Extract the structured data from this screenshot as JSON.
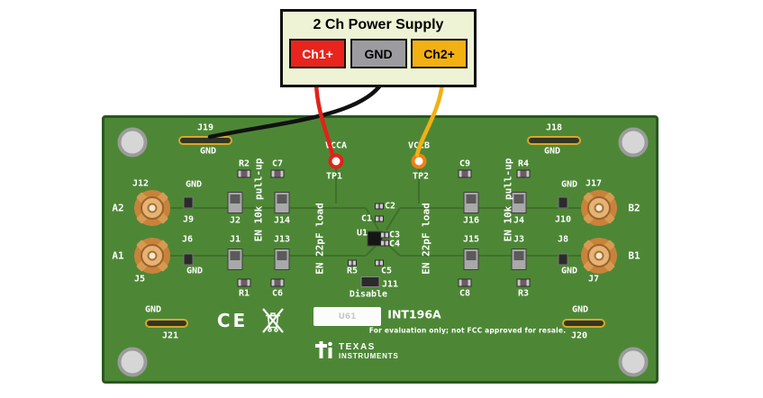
{
  "power_supply": {
    "title": "2 Ch Power Supply",
    "terminals": [
      {
        "label": "Ch1+",
        "color": "#e8241c",
        "text_color": "#ffffff"
      },
      {
        "label": "GND",
        "color": "#9c9ca0",
        "text_color": "#000000"
      },
      {
        "label": "Ch2+",
        "color": "#f3b011",
        "text_color": "#000000"
      }
    ]
  },
  "wires": [
    {
      "name": "gnd-wire",
      "from": "GND",
      "to": "J19 GND",
      "color": "#111111"
    },
    {
      "name": "ch1-wire",
      "from": "Ch1+",
      "to": "TP1 VCCA",
      "color": "#e32119"
    },
    {
      "name": "ch2-wire",
      "from": "Ch2+",
      "to": "TP2 VCCB",
      "color": "#f3b011"
    }
  ],
  "board": {
    "colors": {
      "substrate": "#4d8736",
      "edge": "#2b5720",
      "silkscreen": "#ffffff"
    },
    "silk": {
      "j19": "J19",
      "gnd_j19": "GND",
      "j18": "J18",
      "gnd_j18": "GND",
      "vcca": "VCCA",
      "tp1": "TP1",
      "vccb": "VCCB",
      "tp2": "TP2",
      "j12": "J12",
      "gnd_j12": "GND",
      "a2": "A2",
      "j9": "J9",
      "j6": "J6",
      "a1": "A1",
      "gnd_j5": "GND",
      "j5": "J5",
      "r2": "R2",
      "c7": "C7",
      "j2": "J2",
      "j14": "J14",
      "j1": "J1",
      "j13": "J13",
      "r1": "R1",
      "c6": "C6",
      "en_pullup_left": "EN 10k pull-up",
      "en_load_left": "EN 22pF load",
      "c2": "C2",
      "c1": "C1",
      "u1": "U1",
      "c3": "C3",
      "c4": "C4",
      "r5": "R5",
      "c5": "C5",
      "j11": "J11",
      "disable": "Disable",
      "c9": "C9",
      "r4": "R4",
      "j16": "J16",
      "j4": "J4",
      "j15": "J15",
      "j3": "J3",
      "c8": "C8",
      "r3": "R3",
      "en_load_right": "EN 22pF load",
      "en_pullup_right": "EN 10k pull-up",
      "gnd_j10": "GND",
      "j10": "J10",
      "j8": "J8",
      "gnd_j8": "GND",
      "j17": "J17",
      "j7": "J7",
      "b2": "B2",
      "b1": "B1",
      "gnd_j21": "GND",
      "j21": "J21",
      "gnd_j20": "GND",
      "j20": "J20"
    },
    "markings": {
      "part_number": "INT196A",
      "disclaimer": "For evaluation only; not FCC approved for resale.",
      "ce": "CE",
      "serial": "U61",
      "brand_line1": "TEXAS",
      "brand_line2": "INSTRUMENTS"
    }
  }
}
